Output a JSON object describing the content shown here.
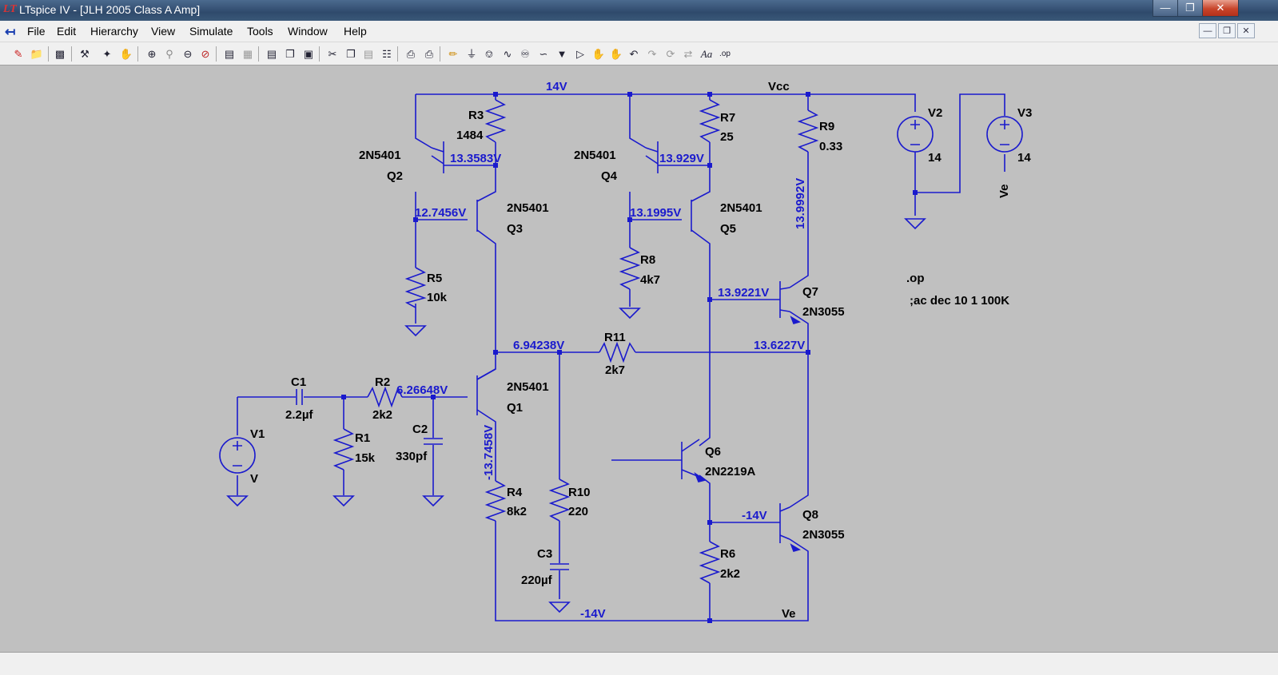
{
  "window": {
    "title": "LTspice IV - [JLH 2005 Class A Amp]",
    "app_icon": "ltspice-icon",
    "buttons": [
      "minimize-icon",
      "maximize-icon",
      "close-icon"
    ]
  },
  "menu": {
    "items": [
      "File",
      "Edit",
      "Hierarchy",
      "View",
      "Simulate",
      "Tools",
      "Window",
      "Help"
    ],
    "mdi_buttons": [
      "mdi-minimize-icon",
      "mdi-restore-icon",
      "mdi-close-icon"
    ]
  },
  "toolbar": {
    "icons": [
      "new-schematic-icon",
      "open-icon",
      "save-icon",
      "control-panel-icon",
      "run-icon",
      "halt-icon",
      "zoom-in-icon",
      "pan-icon",
      "zoom-out-icon",
      "zoom-fit-icon",
      "plot-icon",
      "autorange-icon",
      "tile-horizontal-icon",
      "cascade-icon",
      "close-window-icon",
      "cut-icon",
      "copy-icon",
      "paste-icon",
      "find-icon",
      "print-setup-icon",
      "print-icon",
      "wire-icon",
      "ground-icon",
      "label-icon",
      "resistor-icon",
      "capacitor-icon",
      "inductor-icon",
      "diode-icon",
      "component-icon",
      "move-icon",
      "drag-icon",
      "undo-icon",
      "redo-icon",
      "rotate-icon",
      "mirror-icon",
      "text-icon",
      "spice-directive-icon"
    ]
  },
  "colors": {
    "wire": "#1a1acd",
    "voltage_label": "#1a1acd",
    "component": "#1a1acd",
    "text": "#000000",
    "canvas": "#c0c0c0"
  },
  "schematic": {
    "voltages": {
      "rail": "14V",
      "q2_e": "13.3583V",
      "q3_b": "12.7456V",
      "q4_e": "13.929V",
      "q5_b": "13.1995V",
      "r9_node": "13.9992V",
      "q7_b": "13.9221V",
      "feedback": "6.94238V",
      "output": "13.6227V",
      "q1_b": "6.26648V",
      "q1_e": "-13.7458V",
      "q8_b": "-14V",
      "neg_rail": "-14V"
    },
    "nets": {
      "vcc": "Vcc",
      "ve": "Ve",
      "ve_v3": "Ve"
    },
    "components": {
      "r3": {
        "name": "R3",
        "value": "1484"
      },
      "r5": {
        "name": "R5",
        "value": "10k"
      },
      "r7": {
        "name": "R7",
        "value": "25"
      },
      "r8": {
        "name": "R8",
        "value": "4k7"
      },
      "r9": {
        "name": "R9",
        "value": "0.33"
      },
      "r11": {
        "name": "R11",
        "value": "2k7"
      },
      "r2": {
        "name": "R2",
        "value": "2k2"
      },
      "r1": {
        "name": "R1",
        "value": "15k"
      },
      "r4": {
        "name": "R4",
        "value": "8k2"
      },
      "r10": {
        "name": "R10",
        "value": "220"
      },
      "r6": {
        "name": "R6",
        "value": "2k2"
      },
      "c1": {
        "name": "C1",
        "value": "2.2µf"
      },
      "c2": {
        "name": "C2",
        "value": "330pf"
      },
      "c3": {
        "name": "C3",
        "value": "220µf"
      },
      "v1": {
        "name": "V1",
        "value": "V"
      },
      "v2": {
        "name": "V2",
        "value": "14"
      },
      "v3": {
        "name": "V3",
        "value": "14"
      },
      "q1": {
        "name": "Q1",
        "model": "2N5401"
      },
      "q2": {
        "name": "Q2",
        "model": "2N5401"
      },
      "q3": {
        "name": "Q3",
        "model": "2N5401"
      },
      "q4": {
        "name": "Q4",
        "model": "2N5401"
      },
      "q5": {
        "name": "Q5",
        "model": "2N5401"
      },
      "q6": {
        "name": "Q6",
        "model": "2N2219A"
      },
      "q7": {
        "name": "Q7",
        "model": "2N3055"
      },
      "q8": {
        "name": "Q8",
        "model": "2N3055"
      }
    },
    "directives": {
      "op": ".op",
      "ac": ";ac dec 10 1 100K"
    }
  }
}
